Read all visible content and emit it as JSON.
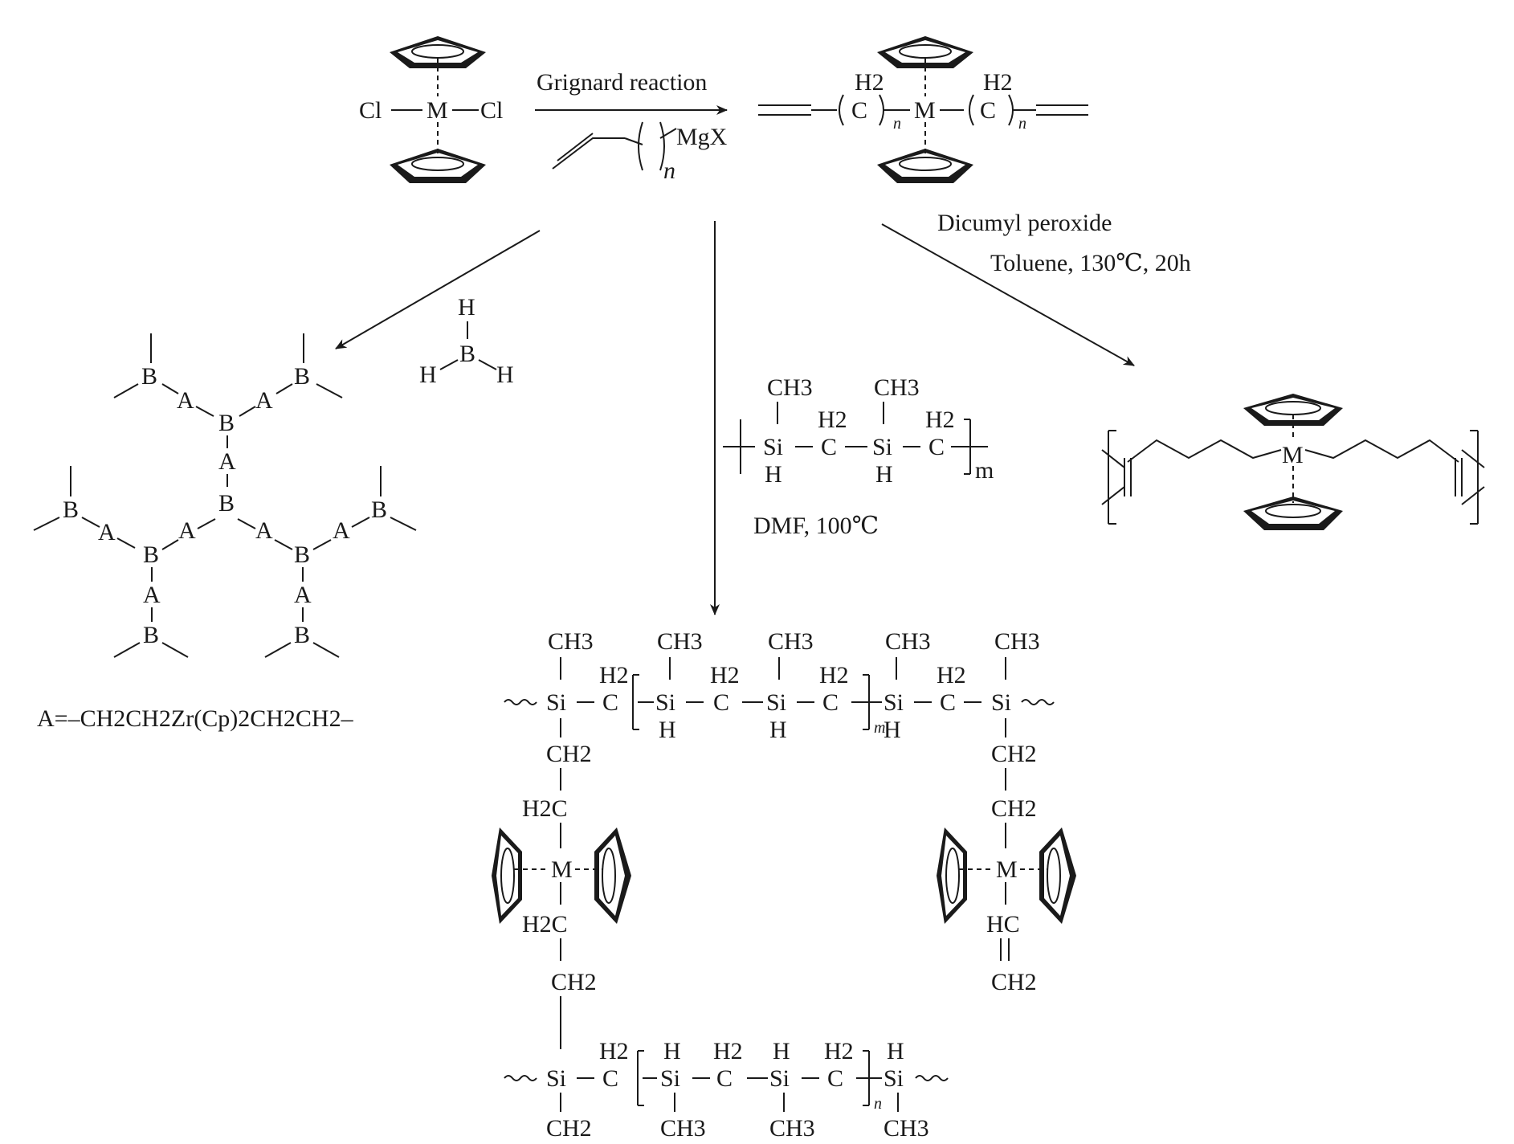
{
  "reagents": {
    "grignard_reaction": "Grignard reaction",
    "mgx": "MgX",
    "dicumyl_peroxide": "Dicumyl peroxide",
    "toluene_conditions": "Toluene, 130℃, 20h",
    "dmf_conditions": "DMF, 100℃",
    "n": "n",
    "m": "m"
  },
  "atoms": {
    "M": "M",
    "Cl": "Cl",
    "C": "C",
    "H": "H",
    "B": "B",
    "A": "A",
    "Si": "Si",
    "CH3": "CH3",
    "H2": "H2",
    "CH2": "CH2",
    "H2C": "H2C",
    "HC": "HC"
  },
  "legend": {
    "a_definition": "A=–CH2CH2Zr(Cp)2CH2CH2–"
  }
}
